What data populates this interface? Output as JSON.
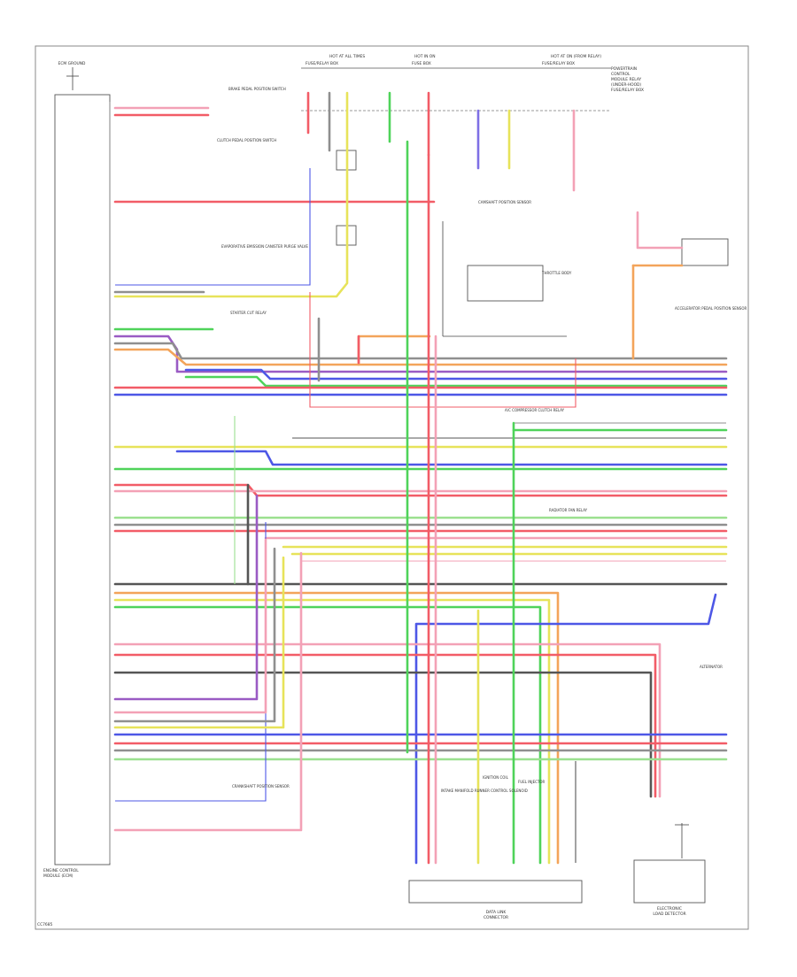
{
  "diagram": {
    "footer_code": "CC7685",
    "ecm_label_top": "ECM GROUND",
    "ecm_label_bottom": [
      "ENGINE CONTROL",
      "MODULE (ECM)"
    ],
    "fuse_labels": [
      "HOT AT ALL TIMES",
      "HOT IN ON",
      "HOT AT ON (FROM RELAY)"
    ],
    "fuse_subs": [
      "FUSE/RELAY BOX",
      "FUSE BOX",
      "FUSE/RELAY BOX"
    ],
    "top_right_label": [
      "POWERTRAIN",
      "CONTROL",
      "MODULE RELAY",
      "(UNDER-HOOD)",
      "FUSE/RELAY BOX"
    ],
    "side_labels": [
      "BRAKE PEDAL POSITION SWITCH",
      "CLUTCH PEDAL POSITION SWITCH",
      "EVAPORATIVE EMISSION CANISTER PURGE VALVE",
      "THROTTLE BODY",
      "ACCELERATOR PEDAL POSITION SENSOR",
      "STARTER CUT RELAY",
      "A/C COMPRESSOR CLUTCH RELAY",
      "RADIATOR FAN RELAY",
      "ALTERNATOR",
      "CRANKSHAFT POSITION SENSOR",
      "CAMSHAFT POSITION SENSOR"
    ],
    "bottom_labels": [
      "INTAKE MANIFOLD RUNNER CONTROL SOLENOID",
      "IGNITION COIL",
      "FUEL INJECTOR"
    ],
    "bottom_box_labels": [
      [
        "DATA LINK",
        "CONNECTOR"
      ],
      [
        "ELECTRONIC",
        "LOAD DETECTOR"
      ]
    ]
  },
  "colors": {
    "red": "#f25c67",
    "pink": "#f3a1b6",
    "blue": "#4d57e6",
    "green": "#4fd35a",
    "yellow": "#e7e35a",
    "orange": "#f3a45a",
    "gray": "#8f8f8f",
    "black": "#555555",
    "purple": "#9a5bc4",
    "lightgreen": "#9be08f",
    "violet": "#7e6fe5"
  }
}
